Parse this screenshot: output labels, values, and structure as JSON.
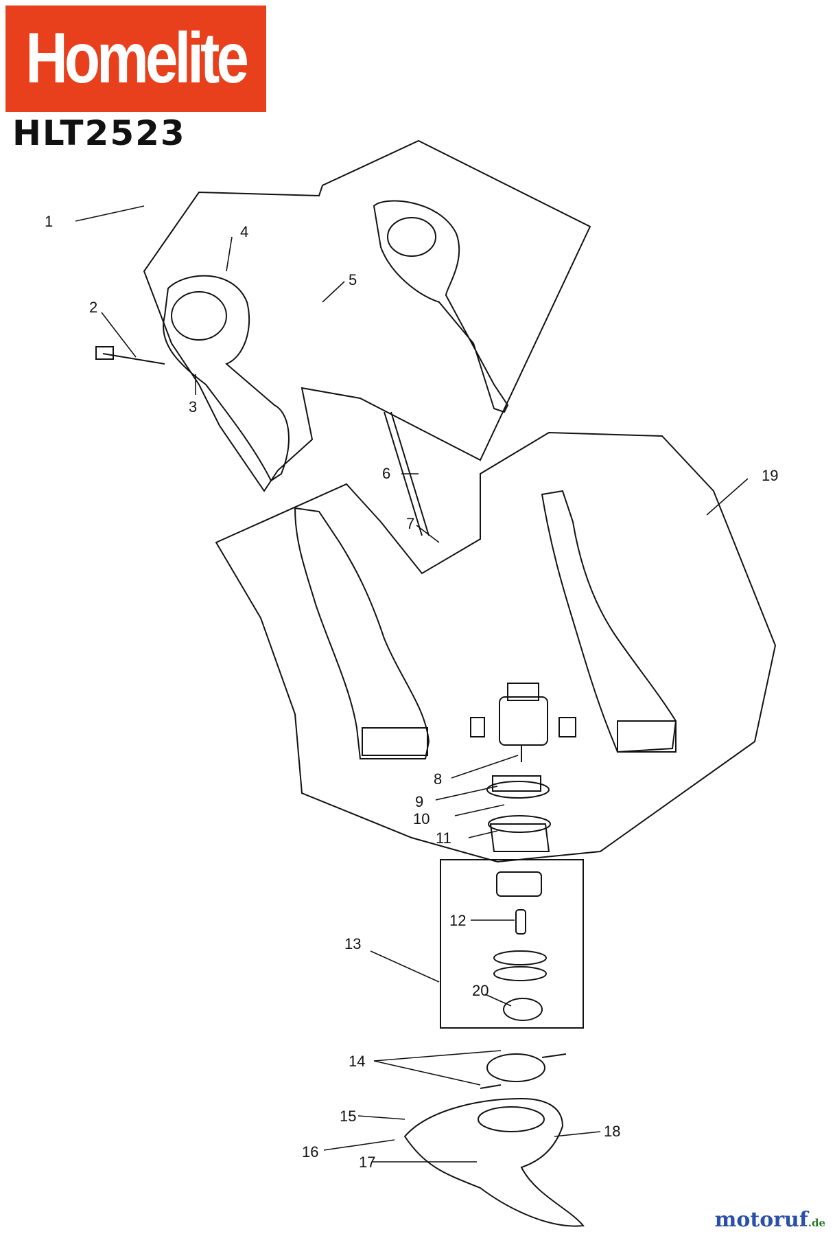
{
  "brand": {
    "logo_text": "Homelite",
    "model": "HLT2523",
    "logo_color": "#e8401c"
  },
  "callouts": [
    "1",
    "2",
    "3",
    "4",
    "5",
    "6",
    "7",
    "8",
    "9",
    "10",
    "11",
    "12",
    "13",
    "14",
    "15",
    "16",
    "17",
    "18",
    "19",
    "20"
  ],
  "watermark": {
    "main": "motoruf",
    "suffix": ".de"
  }
}
